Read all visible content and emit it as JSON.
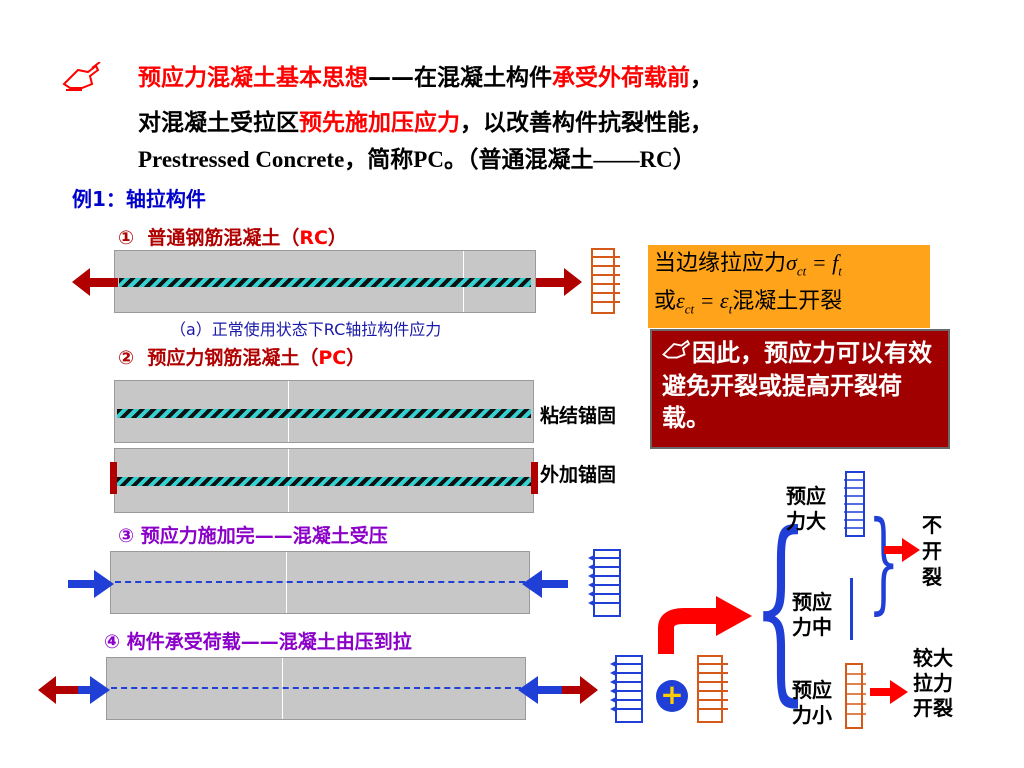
{
  "header": {
    "icon": "writing-hand-icon",
    "line1_red": "预应力混凝土基本思想",
    "line1_dash": "——",
    "line1_black": "在混凝土构件",
    "line1_red2": "承受外荷载前",
    "line1_end": "，",
    "line2_black": "对混凝土受拉区",
    "line2_red": "预先施加压应力",
    "line2_end": "，以改善构件抗裂性能，",
    "line3": "Prestressed Concrete，简称PC。（普通混凝土——RC）"
  },
  "example": {
    "label": "例",
    "num": "1",
    "rest": "：轴拉构件"
  },
  "sections": {
    "s1": {
      "num": "①",
      "text": "普通钢筋混凝土（",
      "abbr": "RC",
      "close": "）"
    },
    "caption_a": "（a）正常使用状态下RC轴拉构件应力",
    "s2": {
      "num": "②",
      "text": "预应力钢筋混凝土（",
      "abbr": "PC",
      "close": "）"
    },
    "bond_label": "粘结锚固",
    "external_label": "外加锚固",
    "s3": "③  预应力施加完——混凝土受压",
    "s4": "④  构件承受荷载——混凝土由压到拉"
  },
  "orange_box": {
    "line1_text": "当边缘拉应力",
    "line1_formula": "σ",
    "line1_sub": "ct",
    "line1_eq": " = f",
    "line1_sub2": "t",
    "line2_text": "或",
    "line2_formula": "ε",
    "line2_sub": "ct",
    "line2_eq": " = ε",
    "line2_sub2": "t",
    "line2_end": "混凝土开裂"
  },
  "conclusion": {
    "icon": "writing-hand-icon",
    "text": "因此，预应力可以有效避免开裂或提高开裂荷载。"
  },
  "right_diagram": {
    "big": "预应力大",
    "mid": "预应力中",
    "small": "预应力小",
    "no_crack": "不开裂",
    "crack": "较大拉力开裂",
    "plus": "+"
  },
  "colors": {
    "red": "#ff0000",
    "dark_red": "#a00000",
    "orange": "#ffa31a",
    "blue": "#0000cc",
    "purple_blue": "#1f3fd6"
  }
}
